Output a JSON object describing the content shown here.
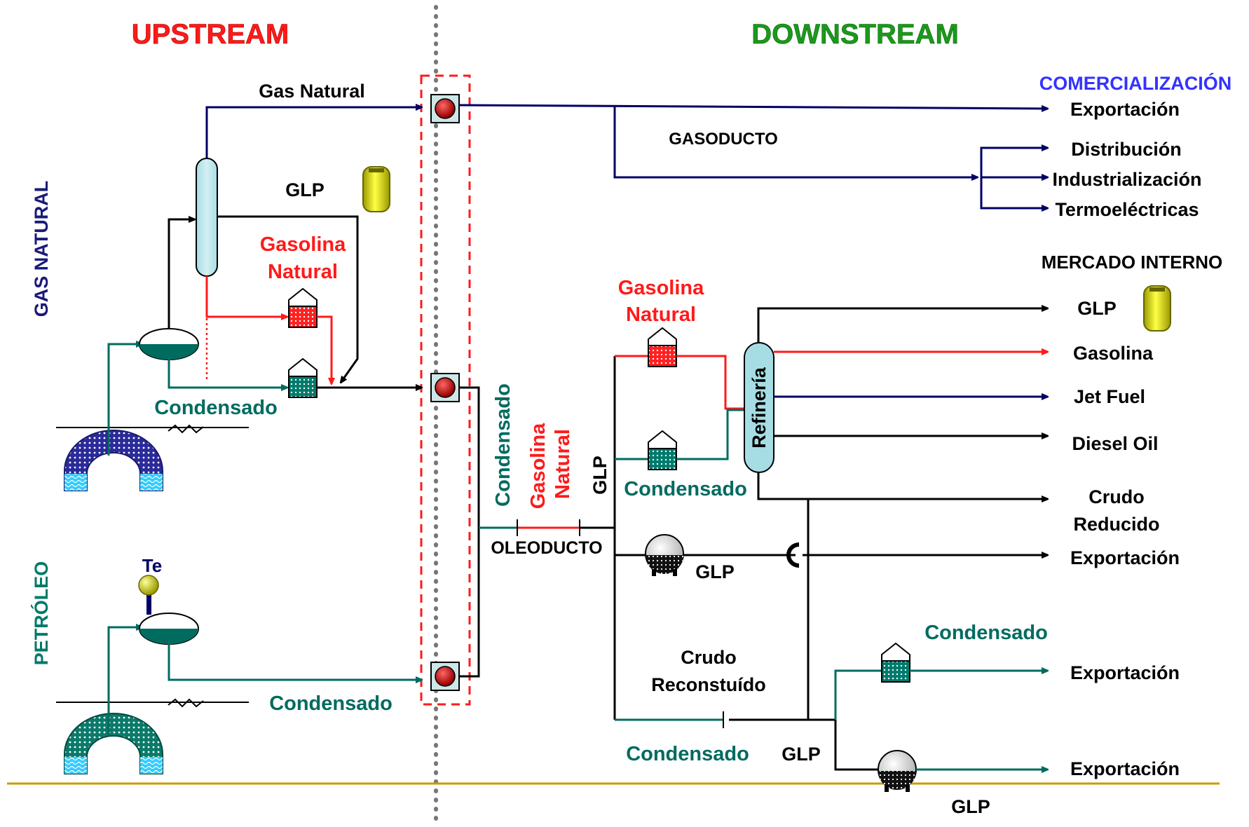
{
  "headers": {
    "upstream": "UPSTREAM",
    "downstream": "DOWNSTREAM"
  },
  "side_labels": {
    "gas_natural": "GAS NATURAL",
    "petroleo": "PETRÓLEO"
  },
  "upstream_labels": {
    "gas_natural_line": "Gas Natural",
    "glp": "GLP",
    "gasolina_natural_1": "Gasolina",
    "gasolina_natural_2": "Natural",
    "condensado_gas": "Condensado",
    "te": "Te",
    "condensado_petroleo": "Condensado"
  },
  "pipeline_labels": {
    "gasoducto": "GASODUCTO",
    "oleoducto": "OLEODUCTO",
    "vertical_condensado": "Condensado",
    "vertical_gasolina": "Gasolina",
    "vertical_natural": "Natural",
    "vertical_glp": "GLP"
  },
  "comercializacion": {
    "title": "COMERCIALIZACIÓN",
    "exportacion": "Exportación",
    "distribucion": "Distribución",
    "industrializacion": "Industrialización",
    "termoelectricas": "Termoeléctricas"
  },
  "mercado_interno": {
    "title": "MERCADO INTERNO",
    "glp": "GLP",
    "gasolina": "Gasolina",
    "jet_fuel": "Jet Fuel",
    "diesel": "Diesel Oil",
    "crudo_1": "Crudo",
    "crudo_2": "Reducido",
    "exportacion": "Exportación",
    "refineria": "Refinería"
  },
  "downstream_labels": {
    "gasolina_natural_1": "Gasolina",
    "gasolina_natural_2": "Natural",
    "condensado_refineria": "Condensado",
    "glp_sphere": "GLP",
    "crudo_reconst_1": "Crudo",
    "crudo_reconst_2": "Reconstuído",
    "condensado_bottom": "Condensado",
    "glp_bottom": "GLP",
    "condensado_export": "Condensado",
    "exportacion_condensado": "Exportación",
    "exportacion_glp": "Exportación",
    "glp_sphere_bottom": "GLP"
  },
  "colors": {
    "navy": "#000066",
    "teal": "#006b5f",
    "red": "#ff1a1a",
    "blue_title": "#3333ff",
    "green_title": "#1a9a1a",
    "ground": "#c89b00"
  },
  "icons": {
    "lpg_cylinder": "lpg-cylinder-icon",
    "storage_tank": "storage-tank-icon",
    "sphere_tank": "sphere-tank-icon",
    "valve": "valve-icon",
    "well": "well-dome-icon",
    "separator": "separator-vessel-icon",
    "column": "distillation-column-icon"
  }
}
